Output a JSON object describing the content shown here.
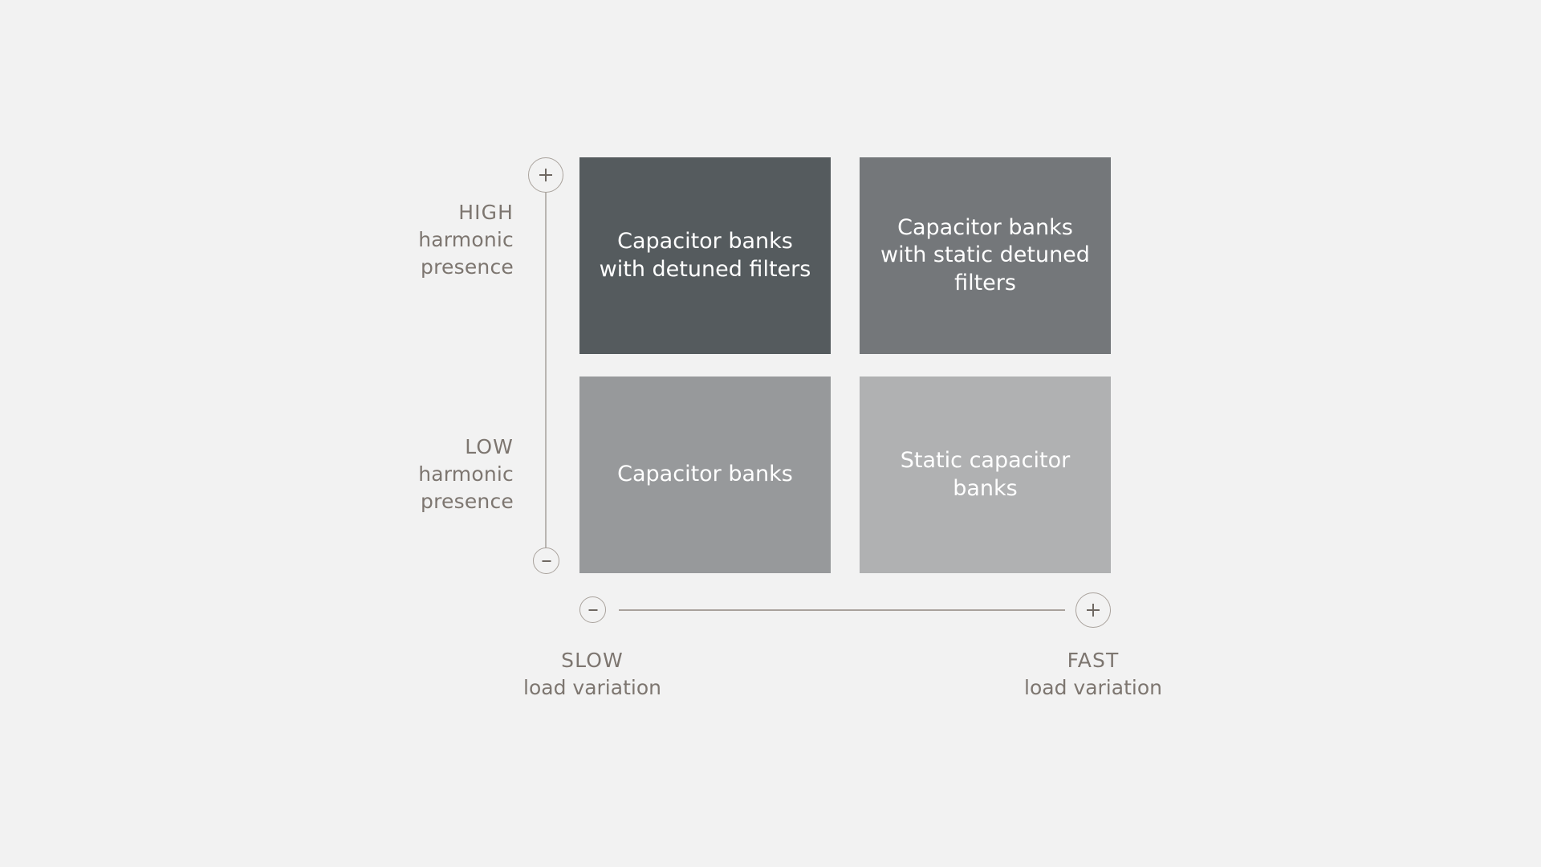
{
  "diagram": {
    "type": "2x2-matrix",
    "background_color": "#f2f2f2",
    "label_color": "#7d7670",
    "axis_color": "#a9a29c"
  },
  "y_axis": {
    "plus_icon": "plus-circle-icon",
    "minus_icon": "minus-circle-icon",
    "high": {
      "emphasis": "HIGH",
      "line2": "harmonic",
      "line3": "presence"
    },
    "low": {
      "emphasis": "LOW",
      "line2": "harmonic",
      "line3": "presence"
    }
  },
  "x_axis": {
    "minus_icon": "minus-circle-icon",
    "plus_icon": "plus-circle-icon",
    "slow": {
      "emphasis": "SLOW",
      "line2": "load variation"
    },
    "fast": {
      "emphasis": "FAST",
      "line2": "load variation"
    }
  },
  "quadrants": [
    {
      "id": "top-left",
      "text": "Capacitor banks with detuned filters",
      "color": "#555b5e"
    },
    {
      "id": "top-right",
      "text": "Capacitor banks with static detuned filters",
      "color": "#74777a"
    },
    {
      "id": "bottom-left",
      "text": "Capacitor banks",
      "color": "#97999b"
    },
    {
      "id": "bottom-right",
      "text": "Static capacitor banks",
      "color": "#b0b1b2"
    }
  ]
}
